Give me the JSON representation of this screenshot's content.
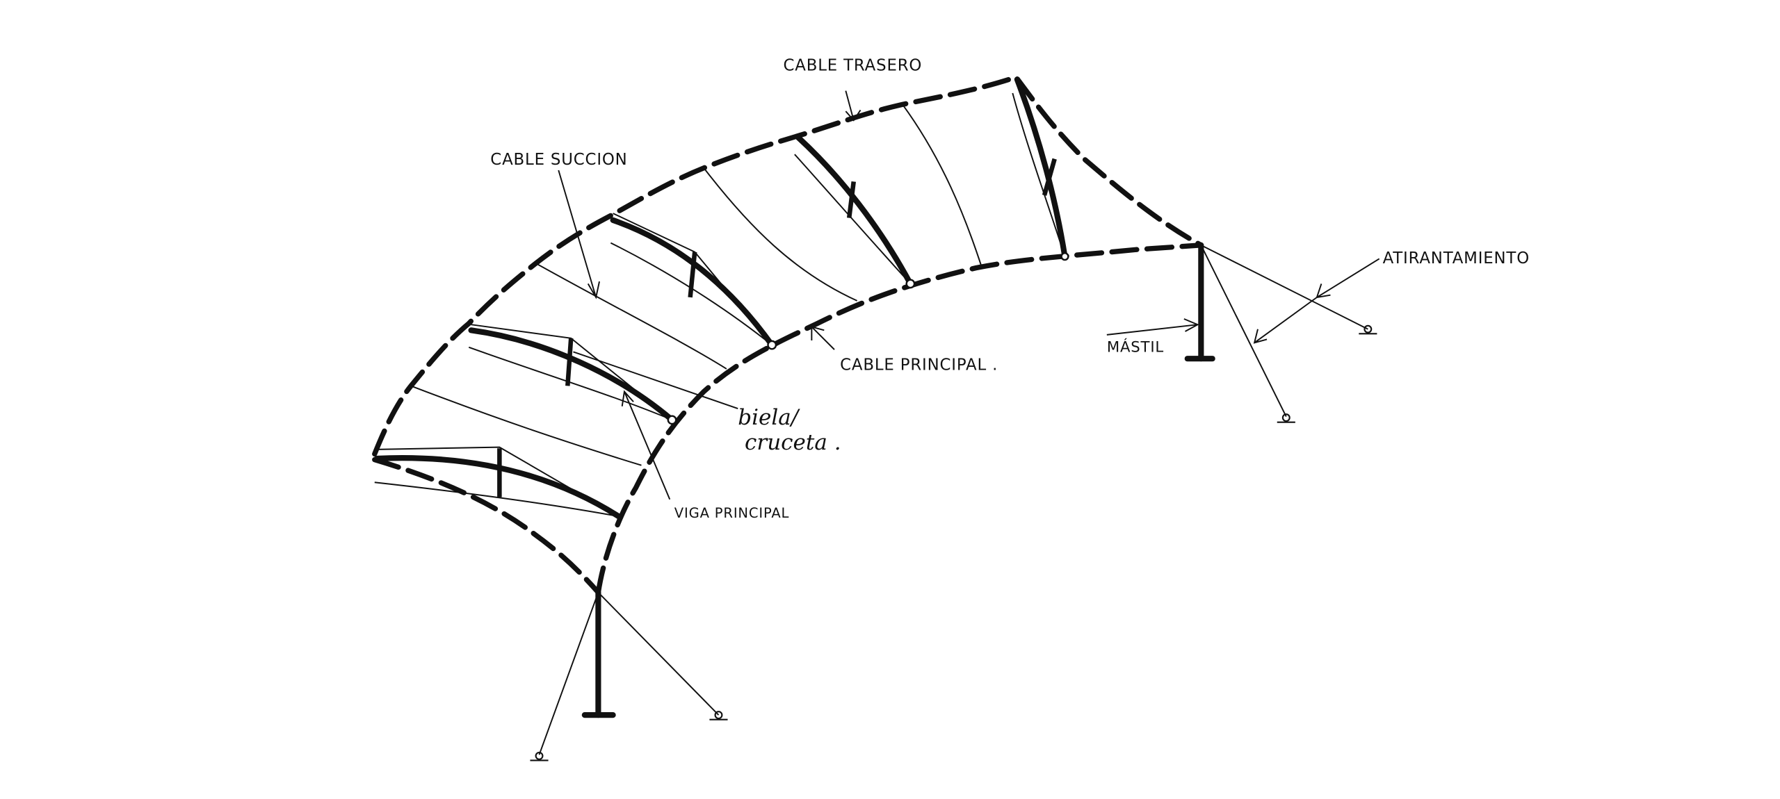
{
  "diagram": {
    "labels": {
      "cable_trasero": "CABLE TRASERO",
      "cable_succion": "CABLE SUCCION",
      "cable_principal": "CABLE PRINCIPAL .",
      "biela_line1": "biela/",
      "biela_line2": "cruceta .",
      "viga_principal": "VIGA PRINCIPAL",
      "mastil": "MÁSTIL",
      "atirantamiento": "ATIRANTAMIENTO"
    }
  }
}
